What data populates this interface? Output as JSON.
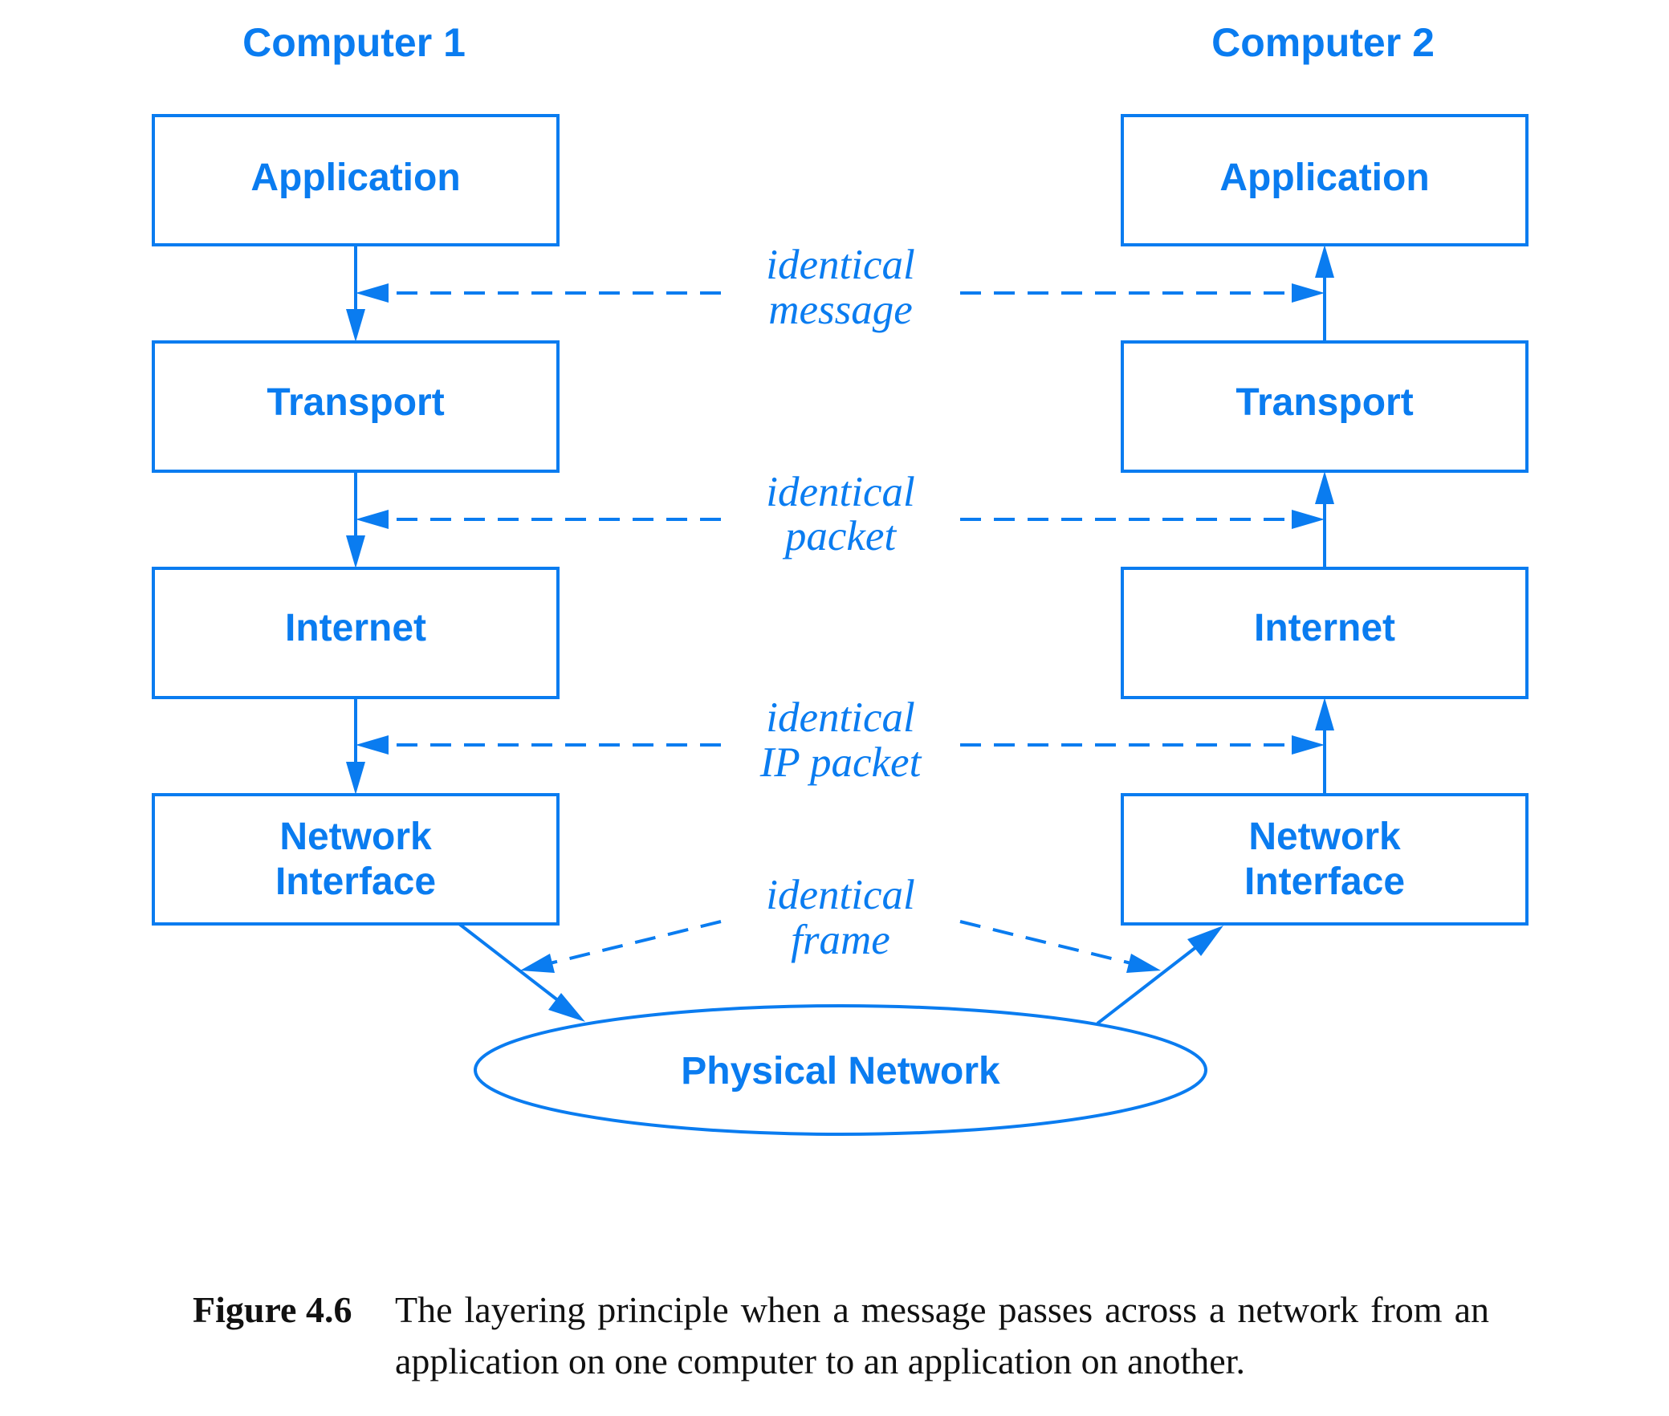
{
  "computers": [
    {
      "title": "Computer 1",
      "layers": [
        "Application",
        "Transport",
        "Internet",
        [
          "Network",
          "Interface"
        ]
      ]
    },
    {
      "title": "Computer 2",
      "layers": [
        "Application",
        "Transport",
        "Internet",
        [
          "Network",
          "Interface"
        ]
      ]
    }
  ],
  "identical_labels": [
    [
      "identical",
      "message"
    ],
    [
      "identical",
      "packet"
    ],
    [
      "identical",
      "IP packet"
    ],
    [
      "identical",
      "frame"
    ]
  ],
  "physical_network": "Physical Network",
  "caption": {
    "number": "Figure 4.6",
    "text": "The layering principle when a message passes across a network from an application on one computer to an application on another."
  },
  "colors": {
    "accent": "#0a7cf0"
  }
}
